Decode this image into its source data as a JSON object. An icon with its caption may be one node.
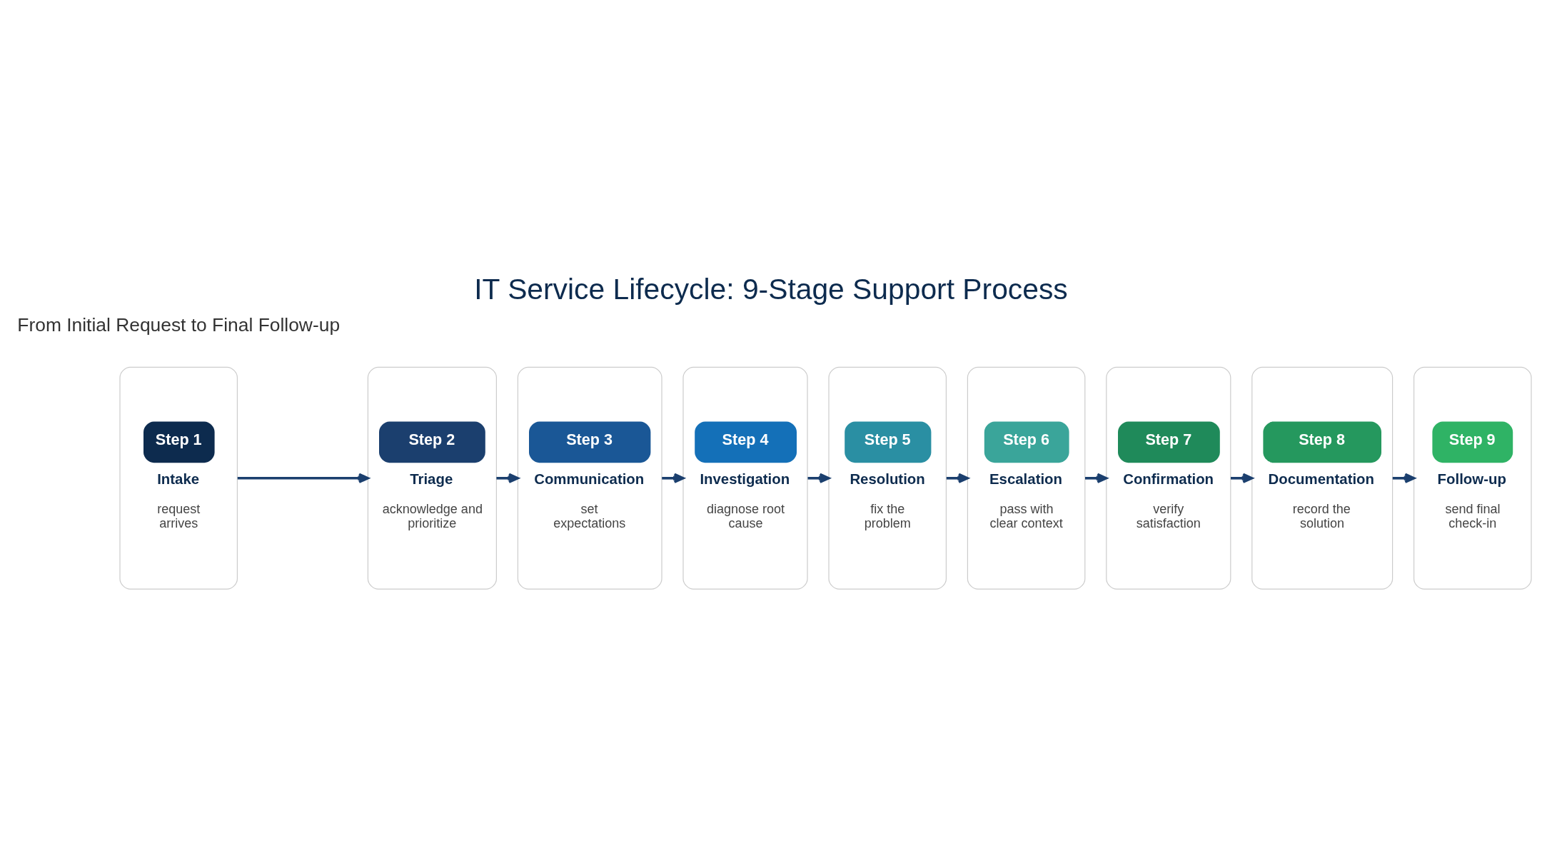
{
  "diagram": {
    "title": "IT Service Lifecycle: 9-Stage Support Process",
    "nodes": [
      {
        "text": [
          "Step 1",
          "Intake",
          "request arrives"
        ]
      },
      {
        "text": [
          "Step 2",
          "Triage",
          "acknowledge and prioritize"
        ]
      },
      {
        "text": [
          "Step 3",
          "Communication",
          "set expectations"
        ]
      },
      {
        "text": [
          "Step 4",
          "Investigation",
          "diagnose root cause"
        ]
      },
      {
        "text": [
          "Step 5",
          "Resolution",
          "fix the problem"
        ]
      },
      {
        "text": [
          "Step 6",
          "Escalation",
          "pass with clear context"
        ]
      },
      {
        "text": [
          "Step 7",
          "Confirmation",
          "verify satisfaction"
        ]
      },
      {
        "text": [
          "Step 8",
          "Documentation",
          "record the solution"
        ]
      },
      {
        "text": [
          "Step 9",
          "Follow-up",
          "send final check-in"
        ]
      }
    ],
    "edges": [
      {
        "from": 0,
        "to": 1,
        "arrow": "to"
      },
      {
        "from": 1,
        "to": 2,
        "arrow": "to"
      },
      {
        "from": 2,
        "to": 3,
        "arrow": "to"
      },
      {
        "from": 3,
        "to": 4,
        "arrow": "to"
      },
      {
        "from": 4,
        "to": 5,
        "arrow": "to"
      },
      {
        "from": 5,
        "to": 6,
        "arrow": "to"
      },
      {
        "from": 6,
        "to": 7,
        "arrow": "to"
      },
      {
        "from": 7,
        "to": 8,
        "arrow": "to"
      }
    ],
    "labels": [
      "From Initial Request to Final Follow-up"
    ]
  }
}
